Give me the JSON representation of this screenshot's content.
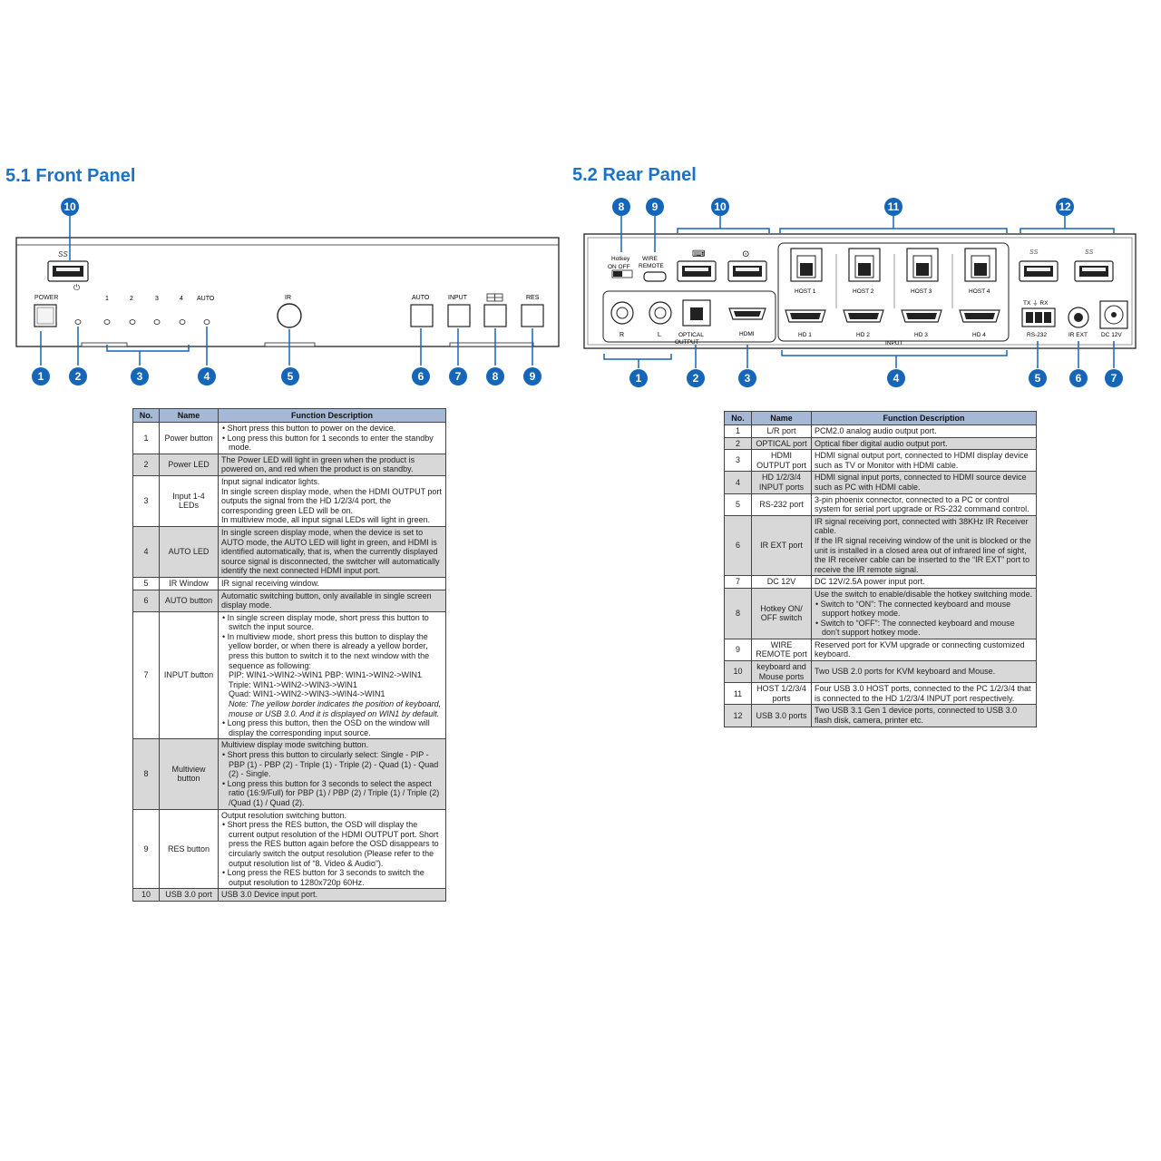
{
  "front": {
    "title": "5.1 Front Panel",
    "usb_logo": "SS",
    "labels": {
      "power": "POWER",
      "led1": "1",
      "led2": "2",
      "led3": "3",
      "led4": "4",
      "auto_led": "AUTO",
      "ir": "IR",
      "auto_btn": "AUTO",
      "input_btn": "INPUT",
      "res_btn": "RES"
    },
    "callouts": [
      "1",
      "2",
      "3",
      "4",
      "5",
      "6",
      "7",
      "8",
      "9",
      "10"
    ]
  },
  "rear": {
    "title": "5.2 Rear Panel",
    "labels": {
      "hotkey": "Hotkey",
      "on_off": "ON   OFF",
      "wire": "WIRE",
      "remote": "REMOTE",
      "host1": "HOST 1",
      "host2": "HOST 2",
      "host3": "HOST 3",
      "host4": "HOST 4",
      "r": "R",
      "l": "L",
      "optical": "OPTICAL",
      "output": "OUTPUT",
      "hdmi": "HDMI",
      "hd1": "HD 1",
      "hd2": "HD 2",
      "hd3": "HD 3",
      "hd4": "HD 4",
      "input": "INPUT",
      "txrx": "TX  ⏚  RX",
      "rs232": "RS-232",
      "irext": "IR EXT",
      "dc12v": "DC 12V",
      "ss": "SS"
    },
    "callouts": [
      "8",
      "9",
      "10",
      "11",
      "12",
      "1",
      "2",
      "3",
      "4",
      "5",
      "6",
      "7"
    ]
  },
  "front_table": {
    "headers": [
      "No.",
      "Name",
      "Function Description"
    ],
    "rows": [
      {
        "no": "1",
        "name": "Power button",
        "shade": false,
        "desc": [
          {
            "t": "b",
            "s": "Short press this button to power on the device."
          },
          {
            "t": "b",
            "s": "Long press this button for 1 seconds to enter the standby mode."
          }
        ]
      },
      {
        "no": "2",
        "name": "Power LED",
        "shade": true,
        "desc": [
          {
            "t": "p",
            "s": "The Power LED will light in green when the product is powered  on, and red when the product is on standby."
          }
        ]
      },
      {
        "no": "3",
        "name": "Input 1-4 LEDs",
        "shade": false,
        "desc": [
          {
            "t": "p",
            "s": "Input signal indicator lights."
          },
          {
            "t": "p",
            "s": "In single screen display mode, when the HDMI OUTPUT port  outputs the signal from the HD 1/2/3/4 port, the corresponding  green LED will be on."
          },
          {
            "t": "p",
            "s": "In multiview mode, all input signal LEDs will light in green."
          }
        ]
      },
      {
        "no": "4",
        "name": "AUTO LED",
        "shade": true,
        "desc": [
          {
            "t": "p",
            "s": "In single screen display mode, when the device is set to AUTO  mode, the AUTO LED will light in green, and HDMI is identified  automatically, that is, when the currently displayed source  signal is disconnected, the switcher will automatically identify  the next connected HDMI input port."
          }
        ]
      },
      {
        "no": "5",
        "name": "IR Window",
        "shade": false,
        "desc": [
          {
            "t": "p",
            "s": "IR signal receiving window."
          }
        ]
      },
      {
        "no": "6",
        "name": "AUTO button",
        "shade": true,
        "desc": [
          {
            "t": "p",
            "s": "Automatic switching button, only available in single screen display mode."
          }
        ]
      },
      {
        "no": "7",
        "name": "INPUT button",
        "shade": false,
        "desc": [
          {
            "t": "b",
            "s": "In single screen display mode, short press this button to switch the input source."
          },
          {
            "t": "b",
            "s": "In multiview mode, short press this button to display the yellow  border, or when there is already a yellow border, press this button to switch it to the next window with the sequence as  following:"
          },
          {
            "t": "s",
            "s": "PIP: WIN1->WIN2->WIN1  PBP: WIN1->WIN2->WIN1"
          },
          {
            "t": "s",
            "s": "Triple:  WIN1->WIN2->WIN3->WIN1"
          },
          {
            "t": "s",
            "s": " Quad:  WIN1->WIN2->WIN3->WIN4->WIN1"
          },
          {
            "t": "n",
            "s": "Note: The yellow border indicates the position of keyboard, mouse or USB 3.0. And it is displayed on WIN1 by default."
          },
          {
            "t": "b",
            "s": "Long press this button, then the OSD on the window will display  the corresponding input source."
          }
        ]
      },
      {
        "no": "8",
        "name": "Multiview button",
        "shade": true,
        "desc": [
          {
            "t": "p",
            "s": "Multiview display mode switching button."
          },
          {
            "t": "b",
            "s": "Short press this button to circularly select: Single - PIP - PBP (1) - PBP (2) - Triple (1) - Triple (2) - Quad (1) - Quad (2) - Single."
          },
          {
            "t": "b",
            "s": "Long press this button for 3 seconds to select the aspect ratio (16:9/Full) for PBP (1) / PBP (2) / Triple (1) / Triple (2) /Quad (1) / Quad (2)."
          }
        ]
      },
      {
        "no": "9",
        "name": "RES button",
        "shade": false,
        "desc": [
          {
            "t": "p",
            "s": "Output resolution switching button."
          },
          {
            "t": "b",
            "s": "Short press the RES button, the OSD will display the current  output resolution of the HDMI OUTPUT port. Short press the  RES button again before the OSD disappears to circularly  switch the output resolution (Please refer to the output  resolution list of “8. Video & Audio”)."
          },
          {
            "t": "b",
            "s": "Long press the RES button for 3 seconds to switch the output  resolution to 1280x720p 60Hz."
          }
        ]
      },
      {
        "no": "10",
        "name": "USB 3.0 port",
        "shade": true,
        "desc": [
          {
            "t": "p",
            "s": "USB 3.0 Device input port."
          }
        ]
      }
    ]
  },
  "rear_table": {
    "headers": [
      "No.",
      "Name",
      "Function Description"
    ],
    "rows": [
      {
        "no": "1",
        "name": "L/R port",
        "shade": false,
        "desc": [
          {
            "t": "p",
            "s": "PCM2.0 analog audio output port."
          }
        ]
      },
      {
        "no": "2",
        "name": "OPTICAL port",
        "shade": true,
        "desc": [
          {
            "t": "p",
            "s": "Optical fiber digital audio output port."
          }
        ]
      },
      {
        "no": "3",
        "name": "HDMI OUTPUT port",
        "shade": false,
        "desc": [
          {
            "t": "p",
            "s": "HDMI signal output port, connected to HDMI display device such as TV or Monitor with HDMI cable."
          }
        ]
      },
      {
        "no": "4",
        "name": "HD 1/2/3/4 INPUT ports",
        "shade": true,
        "desc": [
          {
            "t": "p",
            "s": "HDMI signal input ports, connected to HDMI source device such as PC with HDMI cable."
          }
        ]
      },
      {
        "no": "5",
        "name": "RS-232 port",
        "shade": false,
        "desc": [
          {
            "t": "p",
            "s": "3-pin phoenix connector, connected to a PC or control system  for serial port upgrade or RS-232 command control."
          }
        ]
      },
      {
        "no": "6",
        "name": "IR EXT port",
        "shade": true,
        "desc": [
          {
            "t": "p",
            "s": "IR signal receiving port, connected with 38KHz IR Receiver cable."
          },
          {
            "t": "p",
            "s": "If the IR signal receiving window of the unit is blocked or the  unit is installed in a closed area out of infrared line of sight,  the IR receiver cable can be inserted to the “IR EXT” port to  receive the IR remote signal."
          }
        ]
      },
      {
        "no": "7",
        "name": "DC 12V",
        "shade": false,
        "desc": [
          {
            "t": "p",
            "s": "DC 12V/2.5A power input port."
          }
        ]
      },
      {
        "no": "8",
        "name": "Hotkey ON/ OFF switch",
        "shade": true,
        "desc": [
          {
            "t": "p",
            "s": "Use the switch to enable/disable the hotkey switching mode."
          },
          {
            "t": "d",
            "s": "Switch to “ON”: The connected keyboard and mouse  support hotkey mode."
          },
          {
            "t": "d",
            "s": "Switch to “OFF”: The connected keyboard and mouse  don’t support hotkey mode."
          }
        ]
      },
      {
        "no": "9",
        "name": "WIRE REMOTE port",
        "shade": false,
        "desc": [
          {
            "t": "p",
            "s": "Reserved port for KVM upgrade or connecting customized keyboard."
          }
        ]
      },
      {
        "no": "10",
        "name": "keyboard and Mouse ports",
        "shade": true,
        "desc": [
          {
            "t": "p",
            "s": "Two USB 2.0 ports for KVM keyboard and Mouse."
          }
        ]
      },
      {
        "no": "11",
        "name": "HOST 1/2/3/4 ports",
        "shade": false,
        "desc": [
          {
            "t": "p",
            "s": "Four USB 3.0 HOST ports, connected to the PC 1/2/3/4 that is  connected to the HD 1/2/3/4 INPUT port respectively."
          }
        ]
      },
      {
        "no": "12",
        "name": "USB 3.0 ports",
        "shade": true,
        "desc": [
          {
            "t": "p",
            "s": "Two USB 3.1 Gen 1 device ports, connected to USB 3.0 flash  disk, camera, printer etc."
          }
        ]
      }
    ]
  },
  "colors": {
    "accent": "#1a73c9",
    "callout": "#1565b8",
    "header_bg": "#a5b9d6",
    "shade_bg": "#d8d8d8"
  }
}
